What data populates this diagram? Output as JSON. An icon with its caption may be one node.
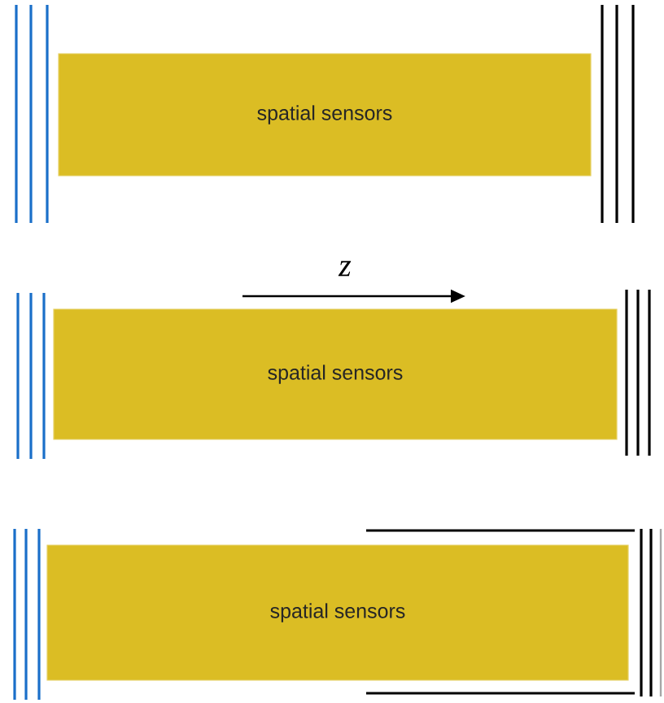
{
  "diagram": {
    "nodes": [
      {
        "text": [
          "spatial sensors"
        ]
      },
      {
        "text": [
          "spatial sensors"
        ]
      },
      {
        "text": [
          "spatial sensors"
        ]
      }
    ],
    "labels": [
      "z"
    ]
  }
}
